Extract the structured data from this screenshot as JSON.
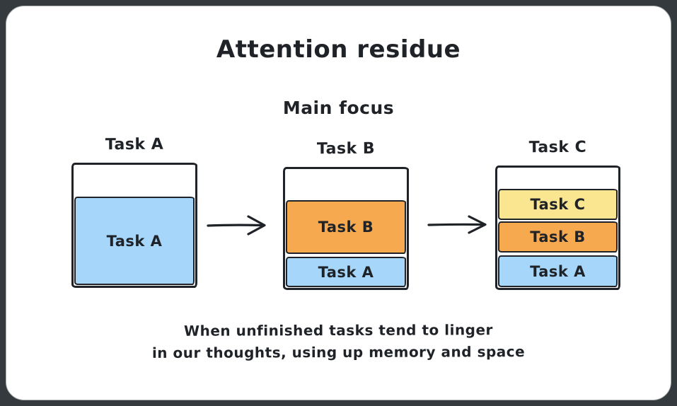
{
  "title": "Attention residue",
  "subtitle": "Main focus",
  "caption": {
    "line1": "When unfinished tasks tend to linger",
    "line2": "in our thoughts, using up memory and space"
  },
  "colors": {
    "frame": "#343a3d",
    "card": "#ffffff",
    "stroke": "#1f2328",
    "task_a_blue": "#a6d6fa",
    "task_b_orange": "#f7a94f",
    "task_c_yellow": "#fae590"
  },
  "columns": [
    {
      "label": "Task A",
      "segments": [
        {
          "name": "Task A",
          "color": "task_a_blue",
          "fill_fraction": 0.72
        }
      ]
    },
    {
      "label": "Task B",
      "segments": [
        {
          "name": "Task B",
          "color": "task_b_orange",
          "fill_fraction": 0.45
        },
        {
          "name": "Task A",
          "color": "task_a_blue",
          "fill_fraction": 0.25
        }
      ]
    },
    {
      "label": "Task C",
      "segments": [
        {
          "name": "Task C",
          "color": "task_c_yellow",
          "fill_fraction": 0.26
        },
        {
          "name": "Task B",
          "color": "task_b_orange",
          "fill_fraction": 0.26
        },
        {
          "name": "Task A",
          "color": "task_a_blue",
          "fill_fraction": 0.25
        }
      ]
    }
  ],
  "arrows": [
    "right-arrow",
    "right-arrow"
  ]
}
